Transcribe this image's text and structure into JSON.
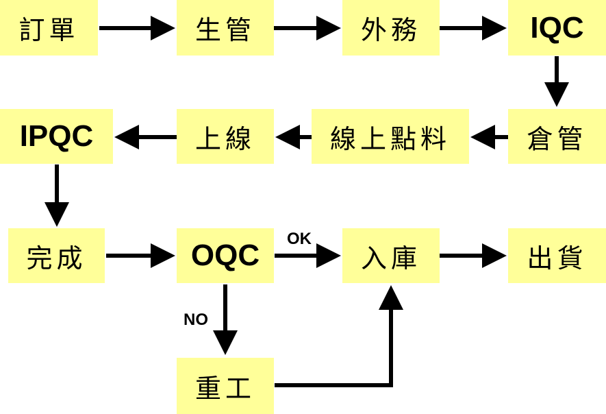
{
  "nodes": {
    "order": "訂單",
    "production_control": "生管",
    "outsourcing": "外務",
    "iqc": "IQC",
    "warehouse_mgmt": "倉管",
    "line_material_check": "線上點料",
    "on_line": "上線",
    "ipqc": "IPQC",
    "complete": "完成",
    "oqc": "OQC",
    "stock_in": "入庫",
    "shipment": "出貨",
    "rework": "重工"
  },
  "edge_labels": {
    "ok": "OK",
    "no": "NO"
  },
  "colors": {
    "box_fill": "#ffff99",
    "arrow": "#000000"
  }
}
